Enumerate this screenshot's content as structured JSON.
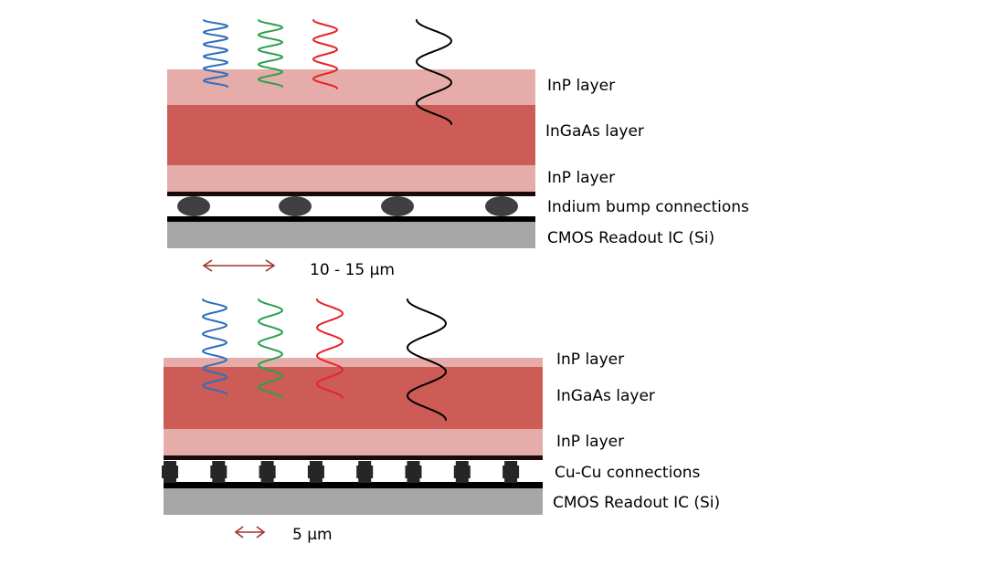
{
  "colors": {
    "inp": "#e6acaa",
    "ingaas": "#cd5c56",
    "contact_line": "#5a1a18",
    "black": "#000000",
    "bump": "#404040",
    "cmos": "#a6a6a6",
    "scale_arrow": "#a0302a",
    "wave_blue": "#2e6fba",
    "wave_green": "#2aa050",
    "wave_red": "#e8242a",
    "wave_black": "#000000"
  },
  "top_diagram": {
    "labels": {
      "inp_top": "InP layer",
      "ingaas": "InGaAs layer",
      "inp_bottom": "InP layer",
      "connections": "Indium bump connections",
      "cmos": "CMOS Readout IC (Si)"
    },
    "connection_type": "indium-bump",
    "connection_count": 4,
    "pitch_label": "10 - 15 µm"
  },
  "bottom_diagram": {
    "labels": {
      "inp_top": "InP layer",
      "ingaas": "InGaAs layer",
      "inp_bottom": "InP layer",
      "connections": "Cu-Cu connections",
      "cmos": "CMOS Readout IC (Si)"
    },
    "connection_type": "cu-cu",
    "connection_count": 8,
    "pitch_label": "5 µm"
  },
  "waves": [
    {
      "name": "blue-wave",
      "color_key": "wave_blue",
      "cycles": 5
    },
    {
      "name": "green-wave",
      "color_key": "wave_green",
      "cycles": 4
    },
    {
      "name": "red-wave",
      "color_key": "wave_red",
      "cycles": 3
    },
    {
      "name": "black-wave",
      "color_key": "wave_black",
      "cycles": 2
    }
  ]
}
